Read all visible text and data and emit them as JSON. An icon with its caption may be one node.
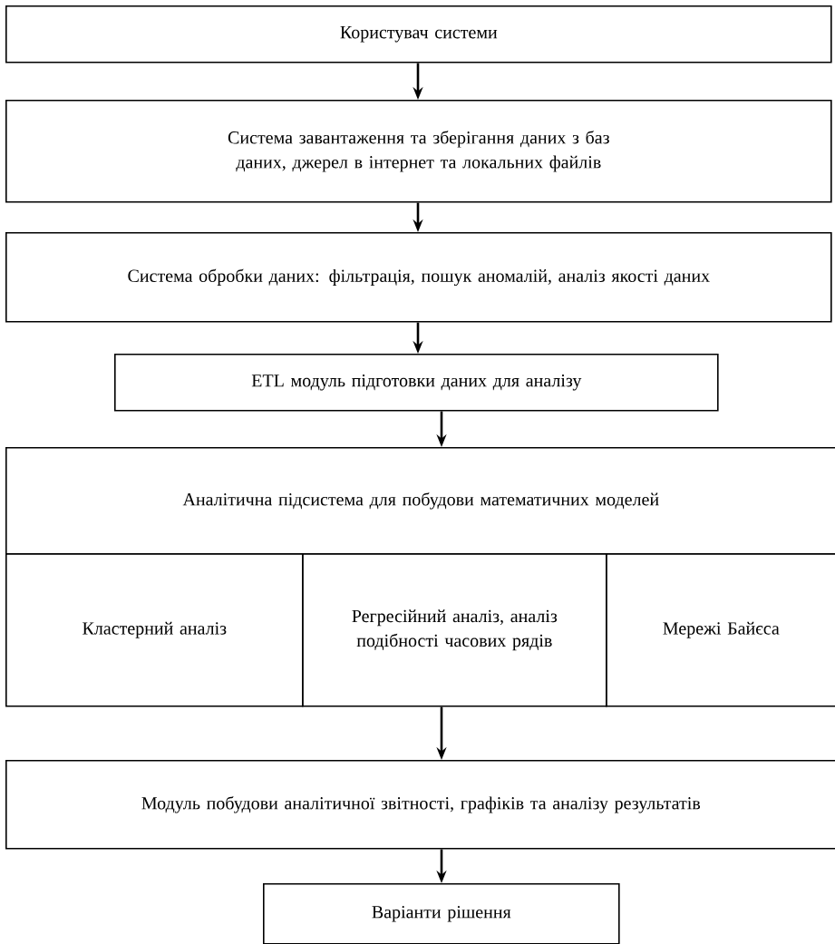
{
  "diagram": {
    "nodes": [
      {
        "text": [
          "Користувач системи"
        ]
      },
      {
        "text": [
          "Система завантаження та зберігання даних з баз даних, джерел в інтернет та локальних файлів"
        ]
      },
      {
        "text": [
          "Система обробки даних: фільтрація, пошук аномалій, аналіз якості даних"
        ]
      },
      {
        "text": [
          "ETL модуль підготовки даних для аналізу"
        ]
      },
      {
        "text": [
          "Аналітична підсистема для побудови математичних моделей"
        ]
      },
      {
        "text": [
          "Кластерний аналіз"
        ]
      },
      {
        "text": [
          "Регресійний аналіз, аналіз подібності часових рядів"
        ]
      },
      {
        "text": [
          "Мережі Байєса"
        ]
      },
      {
        "text": [
          "Модуль побудови аналітичної звітності, графіків та аналізу результатів"
        ]
      },
      {
        "text": [
          "Варіанти рішення"
        ]
      }
    ],
    "edges": [
      {
        "from": 0,
        "to": 1,
        "arrow": "to"
      },
      {
        "from": 1,
        "to": 2,
        "arrow": "to"
      },
      {
        "from": 2,
        "to": 3,
        "arrow": "to"
      },
      {
        "from": 3,
        "to": 4,
        "arrow": "to"
      },
      {
        "from": 6,
        "to": 8,
        "arrow": "to"
      },
      {
        "from": 8,
        "to": 9,
        "arrow": "to"
      }
    ]
  }
}
